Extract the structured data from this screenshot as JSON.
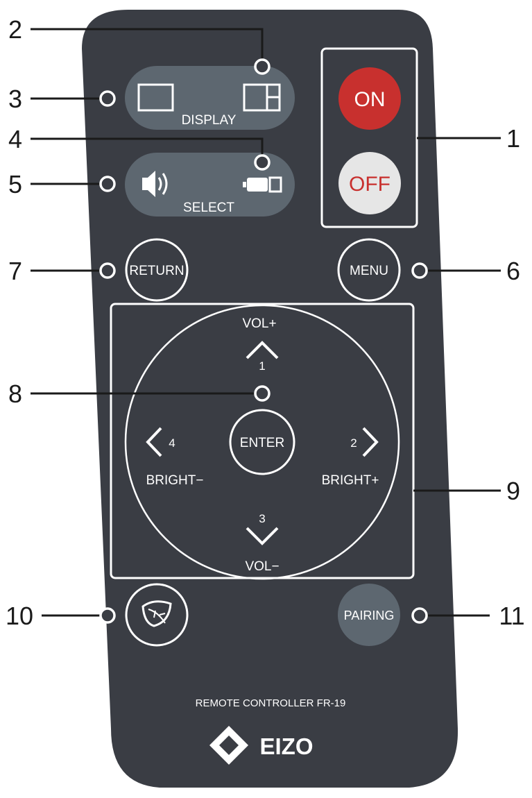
{
  "colors": {
    "body": "#3a3d44",
    "pill": "#5d6770",
    "on": "#c8302e",
    "off": "#e6e6e6",
    "off_text": "#c8302e",
    "pairing": "#5d6770",
    "callout": "#1a1a1a"
  },
  "buttons": {
    "on": "ON",
    "off": "OFF",
    "display": "DISPLAY",
    "select": "SELECT",
    "return": "RETURN",
    "menu": "MENU",
    "enter": "ENTER",
    "pairing": "PAIRING",
    "eco_icon": "leaf-icon",
    "speaker_icon": "speaker-icon",
    "camera_icon": "camera-icon",
    "single_screen_icon": "single-screen-icon",
    "split_screen_icon": "split-screen-icon"
  },
  "dpad": {
    "up_label": "VOL+",
    "up_num": "1",
    "down_label": "VOL−",
    "down_num": "3",
    "left_label": "BRIGHT−",
    "left_num": "4",
    "right_label": "BRIGHT+",
    "right_num": "2"
  },
  "footer": {
    "model": "REMOTE CONTROLLER FR-19",
    "brand": "EIZO"
  },
  "callouts": [
    "1",
    "2",
    "3",
    "4",
    "5",
    "6",
    "7",
    "8",
    "9",
    "10",
    "11"
  ]
}
